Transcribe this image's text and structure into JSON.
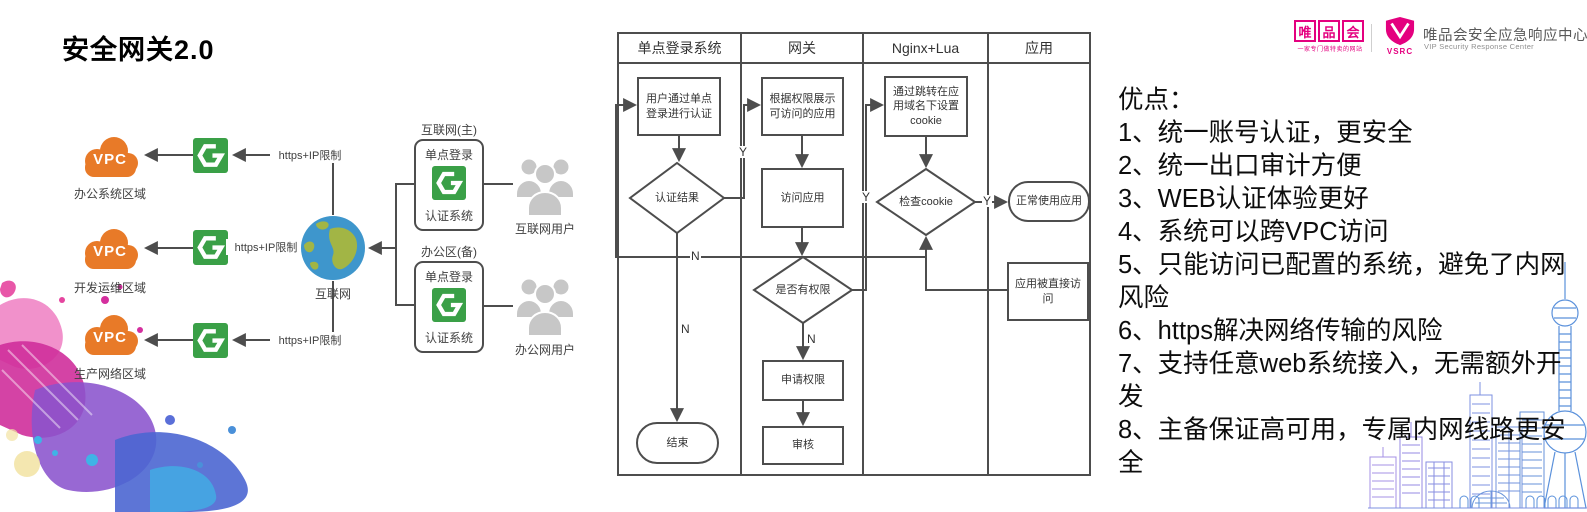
{
  "title": "安全网关2.0",
  "network": {
    "vpc_text": "VPC",
    "zones": [
      {
        "label": "办公系统区域",
        "link": "https+IP限制"
      },
      {
        "label": "开发运维区域",
        "link": "https+IP限制"
      },
      {
        "label": "生产网络区域",
        "link": "https+IP限制"
      }
    ],
    "internet_label": "互联网",
    "sso": [
      {
        "title": "互联网(主)",
        "line1": "单点登录",
        "line2": "认证系统"
      },
      {
        "title": "办公区(备)",
        "line1": "单点登录",
        "line2": "认证系统"
      }
    ],
    "users": [
      {
        "label": "互联网用户"
      },
      {
        "label": "办公网用户"
      }
    ]
  },
  "flowchart": {
    "lanes": [
      "单点登录系统",
      "网关",
      "Nginx+Lua",
      "应用"
    ],
    "nodes": {
      "login": "用户通过单点登录进行认证",
      "auth_result": "认证结果",
      "end": "结束",
      "show_apps": "根据权限展示可访问的应用",
      "visit_app": "访问应用",
      "has_perm": "是否有权限",
      "apply_perm": "申请权限",
      "review": "审核",
      "set_cookie": "通过跳转在应用域名下设置cookie",
      "check_cookie": "检查cookie",
      "use_app": "正常使用应用",
      "direct_access": "应用被直接访问"
    },
    "labels": {
      "yes": "Y",
      "no": "N"
    }
  },
  "advantages": {
    "heading": "优点：",
    "items": [
      "1、统一账号认证，更安全",
      "2、统一出口审计方便",
      "3、WEB认证体验更好",
      "4、系统可以跨VPC访问",
      "5、只能访问已配置的系统，避免了内网风险",
      "6、https解决网络传输的风险",
      "7、支持任意web系统接入，无需额外开发",
      "8、主备保证高可用，专属内网线路更安全"
    ]
  },
  "branding": {
    "vip_chars": [
      "唯",
      "品",
      "会"
    ],
    "vip_tagline": "一家专门做特卖的网站",
    "vsrc_acronym": "VSRC",
    "vsrc_cn": "唯品会安全应急响应中心",
    "vsrc_en": "VIP Security Response Center"
  },
  "colors": {
    "brand_pink": "#e4007f",
    "gateway_green": "#3aa047",
    "vpc_orange": "#e87a28",
    "globe_blue": "#3e96cc",
    "line_gray": "#4d4d4d"
  }
}
